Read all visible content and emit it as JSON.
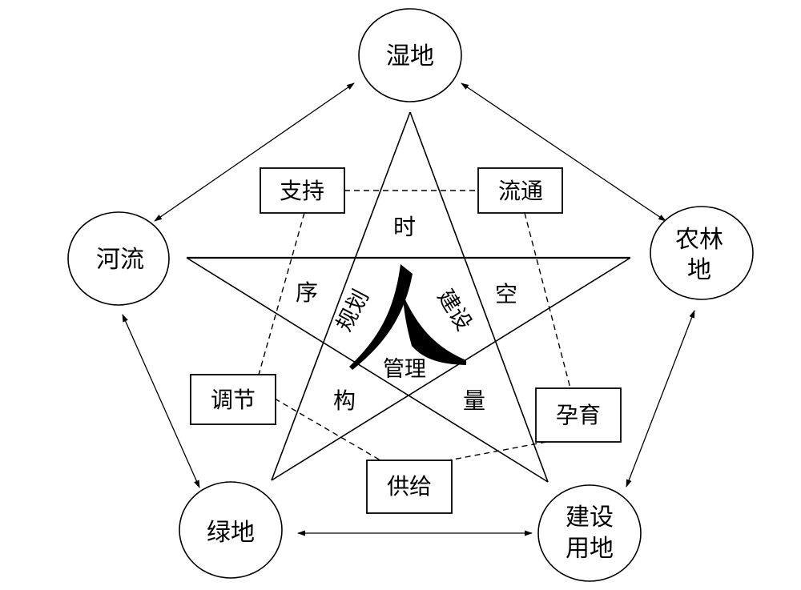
{
  "diagram": {
    "land_nodes": [
      {
        "id": "wetland",
        "lines": [
          "湿地"
        ]
      },
      {
        "id": "river",
        "lines": [
          "河流"
        ]
      },
      {
        "id": "farmland-forest",
        "lines": [
          "农林",
          "地"
        ]
      },
      {
        "id": "green-space",
        "lines": [
          "绿地"
        ]
      },
      {
        "id": "construction-land",
        "lines": [
          "建设",
          "用地"
        ]
      }
    ],
    "function_boxes": [
      {
        "id": "support",
        "label": "支持"
      },
      {
        "id": "circulation",
        "label": "流通"
      },
      {
        "id": "regulation",
        "label": "调节"
      },
      {
        "id": "nurture",
        "label": "孕育"
      },
      {
        "id": "supply",
        "label": "供给"
      }
    ],
    "star_zones": [
      {
        "id": "time",
        "label": "时"
      },
      {
        "id": "sequence",
        "label": "序"
      },
      {
        "id": "space",
        "label": "空"
      },
      {
        "id": "structure",
        "label": "构"
      },
      {
        "id": "quantity",
        "label": "量"
      }
    ],
    "core": {
      "figure": "人",
      "planning": "规划",
      "construction": "建设",
      "management": "管理"
    },
    "line_color": "#000000"
  }
}
